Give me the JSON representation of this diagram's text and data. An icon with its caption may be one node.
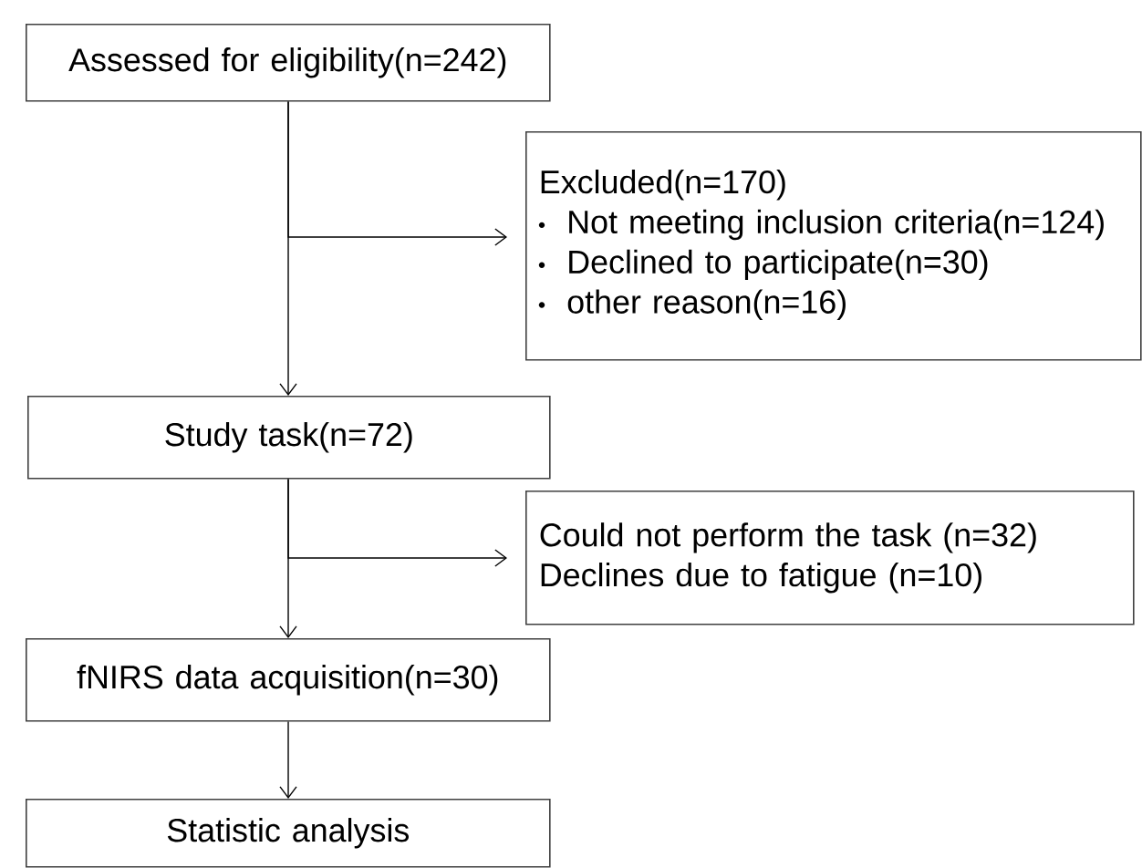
{
  "diagram": {
    "nodes": [
      {
        "text": [
          "Assessed for eligibility(n=242)"
        ]
      },
      {
        "text": [
          "Excluded(n=170)",
          "Not meeting inclusion criteria(n=124)",
          "Declined to participate(n=30)",
          "other reason(n=16)"
        ]
      },
      {
        "text": [
          "Study task(n=72)"
        ]
      },
      {
        "text": [
          "Could not perform the task (n=32)",
          "Declines due to fatigue (n=10)"
        ]
      },
      {
        "text": [
          "fNIRS data acquisition(n=30)"
        ]
      },
      {
        "text": [
          "Statistic analysis"
        ]
      }
    ],
    "edges": [
      {
        "from": 0,
        "to": 2,
        "arrow": "to"
      },
      {
        "from": 0,
        "to": 1,
        "arrow": "to"
      },
      {
        "from": 2,
        "to": 4,
        "arrow": "to"
      },
      {
        "from": 2,
        "to": 3,
        "arrow": "to"
      },
      {
        "from": 4,
        "to": 5,
        "arrow": "to"
      }
    ]
  }
}
